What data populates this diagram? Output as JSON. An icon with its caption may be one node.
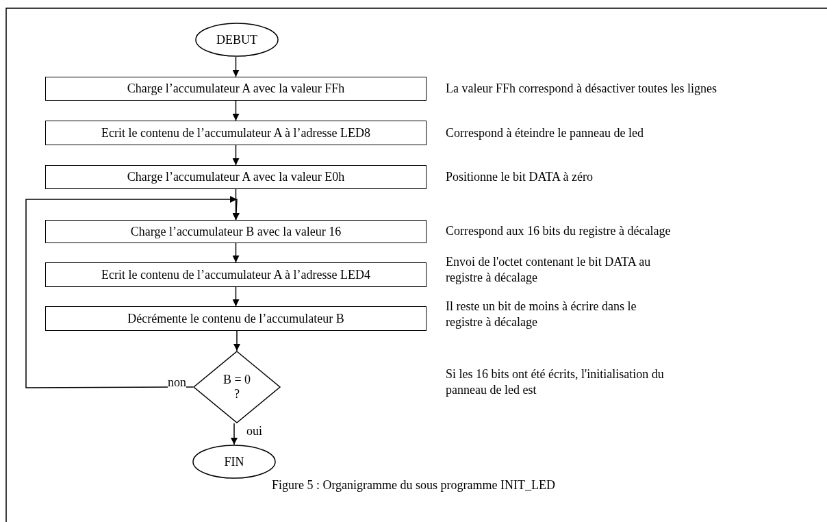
{
  "diagram": {
    "caption": "Figure 5 : Organigramme du sous programme INIT_LED",
    "nodes": [
      {
        "text": [
          "DEBUT"
        ]
      },
      {
        "text": [
          "Charge l’accumulateur A avec la valeur FFh"
        ],
        "beside": [
          "La valeur FFh correspond à désactiver toutes les lignes"
        ]
      },
      {
        "text": [
          "Ecrit le contenu de l’accumulateur A à l’adresse LED8"
        ],
        "beside": [
          "Correspond à éteindre le panneau de led"
        ]
      },
      {
        "text": [
          "Charge l’accumulateur A avec la valeur E0h"
        ],
        "beside": [
          "Positionne le bit DATA à zéro"
        ]
      },
      {
        "text": [
          "Charge l’accumulateur B avec la valeur 16"
        ],
        "beside": [
          "Correspond aux 16 bits du registre à décalage"
        ]
      },
      {
        "text": [
          "Ecrit le contenu de l’accumulateur A à l’adresse LED4"
        ],
        "beside": [
          "Envoi de l'octet contenant le bit DATA au registre à décalage"
        ]
      },
      {
        "text": [
          "Décrémente le contenu de l’accumulateur B"
        ],
        "beside": [
          "Il reste un bit de moins à écrire dans le registre à décalage"
        ]
      },
      {
        "text": [
          "B = 0",
          "?"
        ]
      },
      {
        "text": [
          "FIN"
        ]
      }
    ],
    "edges": [
      {
        "from": 0,
        "to": 1,
        "arrow": "to"
      },
      {
        "from": 1,
        "to": 2,
        "arrow": "to"
      },
      {
        "from": 2,
        "to": 3,
        "arrow": "to"
      },
      {
        "from": 3,
        "to": 4,
        "arrow": "to"
      },
      {
        "from": 4,
        "to": 5,
        "arrow": "to"
      },
      {
        "from": 5,
        "to": 6,
        "arrow": "to"
      },
      {
        "from": 6,
        "to": 7,
        "arrow": "to"
      },
      {
        "from": 7,
        "to": 8,
        "arrow": "to",
        "label": "oui"
      },
      {
        "from": 7,
        "to": 4,
        "arrow": "to",
        "label": "non"
      }
    ],
    "labels": [
      "Si les 16 bits ont été écrits, l'initialisation du panneau de led est"
    ]
  }
}
